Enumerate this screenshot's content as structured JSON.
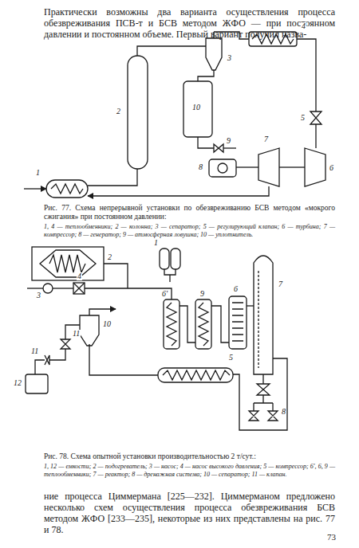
{
  "diagram": {
    "labels": [
      "Практически возможны два варианта осуществления процесса обезвреживания ПСВ-т и БСВ методом ЖФО — при постоянном давлении и постоянном объеме. Первый вариант получил назва-",
      "Рис. 77. Схема непрерывной установки по обезвреживанию БСВ методом «мокрого сжигания» при постоянном давлении:",
      "1, 4 — теплообменники; 2 — колонна; 3 — сепаратор; 5 — регулирующий клапан; 6 — турбина; 7 — компрессор; 8 — генератор; 9 — атмосферная ловушка; 10 — уплотнитель.",
      "1",
      "2",
      "3",
      "4",
      "5",
      "6",
      "7",
      "8",
      "9",
      "10",
      "Рис. 78. Схема опытной установки производительностью 2 т/сут.:",
      "1, 12 — емкости; 2 — подогреватель; 3 — насос; 4 — насос высокого давления; 5 — компрессор; 6', 6, 9 — теплообменники; 7 — реактор; 8 — дренажная система; 10 — сепаратор; 11 — клапан.",
      "1",
      "2",
      "3",
      "4",
      "5",
      "6'",
      "6",
      "7",
      "8",
      "9",
      "10",
      "11",
      "11",
      "12",
      "ние процесса Циммермана [225—232]. Циммерманом предложено несколько схем осуществления процесса обезвреживания БСВ методом ЖФО [233—235], некоторые из них представлены на рис. 77 и 78.",
      "73"
    ]
  }
}
